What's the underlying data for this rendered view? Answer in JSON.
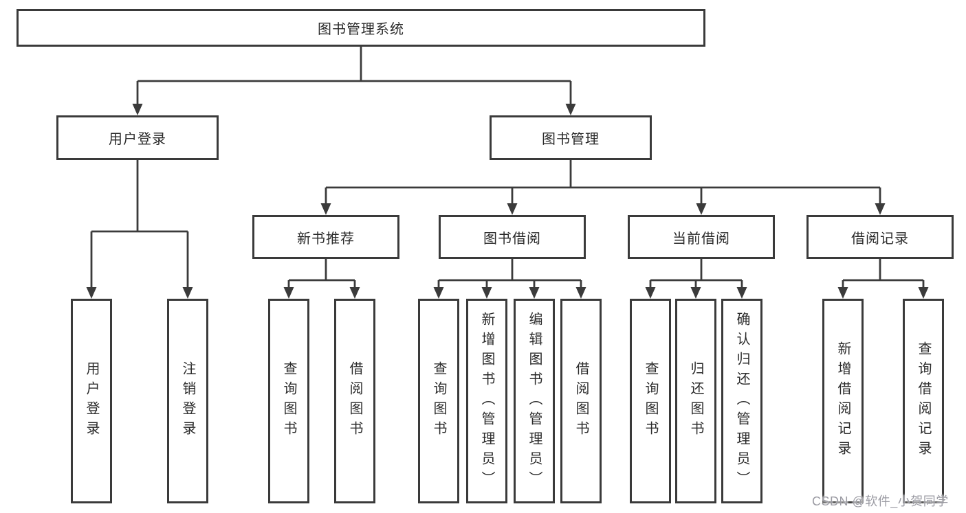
{
  "diagram": {
    "root_label": "图书管理系统",
    "level2": [
      {
        "label": "用户登录"
      },
      {
        "label": "图书管理"
      }
    ],
    "level3": [
      {
        "label": "新书推荐"
      },
      {
        "label": "图书借阅"
      },
      {
        "label": "当前借阅"
      },
      {
        "label": "借阅记录"
      }
    ],
    "login_children": [
      "用户登录",
      "注销登录"
    ],
    "recommend_children": [
      "查询图书",
      "借阅图书"
    ],
    "borrow_children": [
      "查询图书",
      "新增图书（管理员）",
      "编辑图书（管理员）",
      "借阅图书"
    ],
    "current_children": [
      "查询图书",
      "归还图书",
      "确认归还（管理员）"
    ],
    "record_children": [
      "新增借阅记录",
      "查询借阅记录"
    ],
    "colors": {
      "line": "#3b3b3b",
      "box_border": "#3a3a3a",
      "box_fill": "#ffffff",
      "text": "#2b2b2b",
      "watermark": "#9b9ba3"
    }
  },
  "watermark_text": "CSDN @软件_小贺同学"
}
